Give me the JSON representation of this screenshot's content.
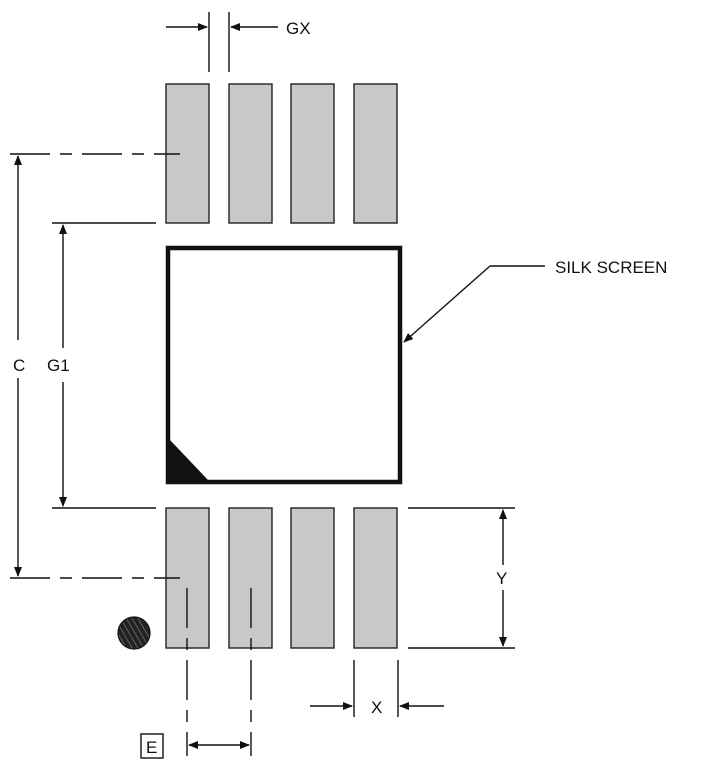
{
  "labels": {
    "gx": "GX",
    "silk_screen": "SILK SCREEN",
    "c": "C",
    "g1": "G1",
    "y": "Y",
    "x": "X",
    "e": "E"
  },
  "pads": {
    "top_count": 4,
    "bottom_count": 4
  },
  "colors": {
    "pad_fill": "#c8c8c8",
    "outline": "#111111",
    "pin1_mark": "#111111"
  }
}
